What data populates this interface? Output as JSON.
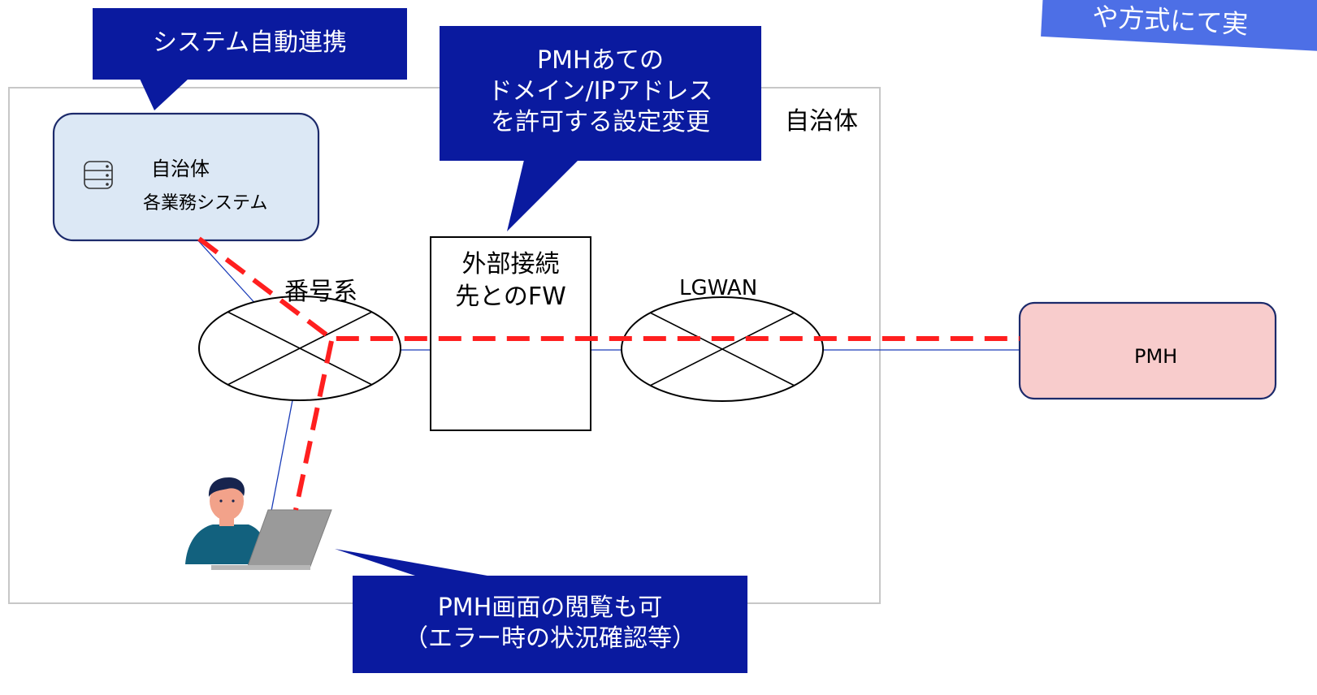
{
  "corner_banner": {
    "text": "や方式にて実"
  },
  "boundary": {
    "label": "自治体"
  },
  "callouts": {
    "system_link": "システム自動連携",
    "fw_setting": [
      "PMHあての",
      "ドメイン/IPアドレス",
      "を許可する設定変更"
    ],
    "pmh_view": [
      "PMH画面の閲覧も可",
      "（エラー時の状況確認等）"
    ]
  },
  "system_box": {
    "title": "自治体",
    "subtitle": "各業務システム",
    "icon": "database-icon"
  },
  "networks": {
    "bangou": "番号系",
    "lgwan": "LGWAN"
  },
  "firewall": {
    "label": [
      "外部接続",
      "先とのFW"
    ]
  },
  "pmh": {
    "label": "PMH"
  },
  "user": {
    "icon": "person-icon",
    "device": "laptop-icon"
  },
  "colors": {
    "callout_fill": "#0a1a9f",
    "system_fill": "#dce8f5",
    "system_stroke": "#1c2a6b",
    "pmh_fill": "#f8cccc",
    "pmh_stroke": "#1c2a6b",
    "dash_red": "#ff1f1f",
    "banner_fill": "#4d6fe6",
    "link_blue": "#1a3cb8",
    "boundary_gray": "#c7c7c7"
  }
}
